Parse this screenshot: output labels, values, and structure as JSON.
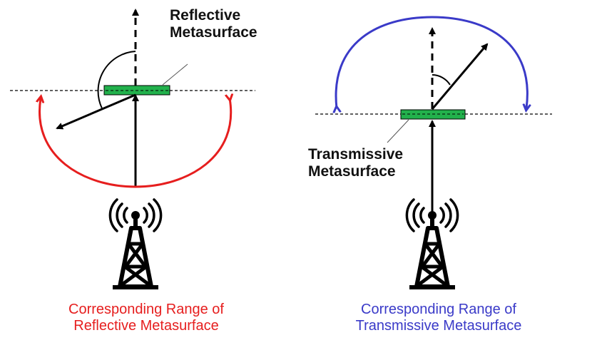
{
  "labels": {
    "reflective_line1": "Reflective",
    "reflective_line2": "Metasurface",
    "transmissive_line1": "Transmissive",
    "transmissive_line2": "Metasurface"
  },
  "captions": {
    "left_line1": "Corresponding Range of",
    "left_line2": "Reflective Metasurface",
    "right_line1": "Corresponding Range of",
    "right_line2": "Transmissive Metasurface"
  },
  "colors": {
    "reflective_range": "#e61e1e",
    "transmissive_range": "#3a3ac8",
    "metasurface_fill": "#22b14c",
    "ink": "#000000"
  },
  "icons": {
    "left_tower": "transmission-tower-icon",
    "right_tower": "transmission-tower-icon"
  }
}
